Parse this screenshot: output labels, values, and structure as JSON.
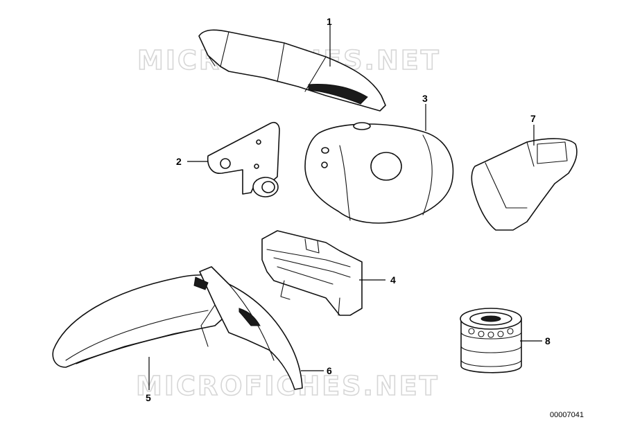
{
  "diagram": {
    "watermark_text": "MICROFICHES.NET",
    "drawing_number": "00007041",
    "callouts": [
      {
        "id": "1"
      },
      {
        "id": "2"
      },
      {
        "id": "3"
      },
      {
        "id": "4"
      },
      {
        "id": "5"
      },
      {
        "id": "6"
      },
      {
        "id": "7"
      },
      {
        "id": "8"
      }
    ],
    "parts": [
      {
        "ref": "1",
        "icon": "rear-seat-cowl-icon"
      },
      {
        "ref": "2",
        "icon": "mounting-bracket-icon"
      },
      {
        "ref": "3",
        "icon": "fuel-tank-icon"
      },
      {
        "ref": "4",
        "icon": "fork-brace-icon"
      },
      {
        "ref": "5",
        "icon": "front-fender-icon"
      },
      {
        "ref": "6",
        "icon": "fender-rear-section-icon"
      },
      {
        "ref": "7",
        "icon": "side-cover-icon"
      },
      {
        "ref": "8",
        "icon": "oil-filter-icon"
      }
    ]
  }
}
